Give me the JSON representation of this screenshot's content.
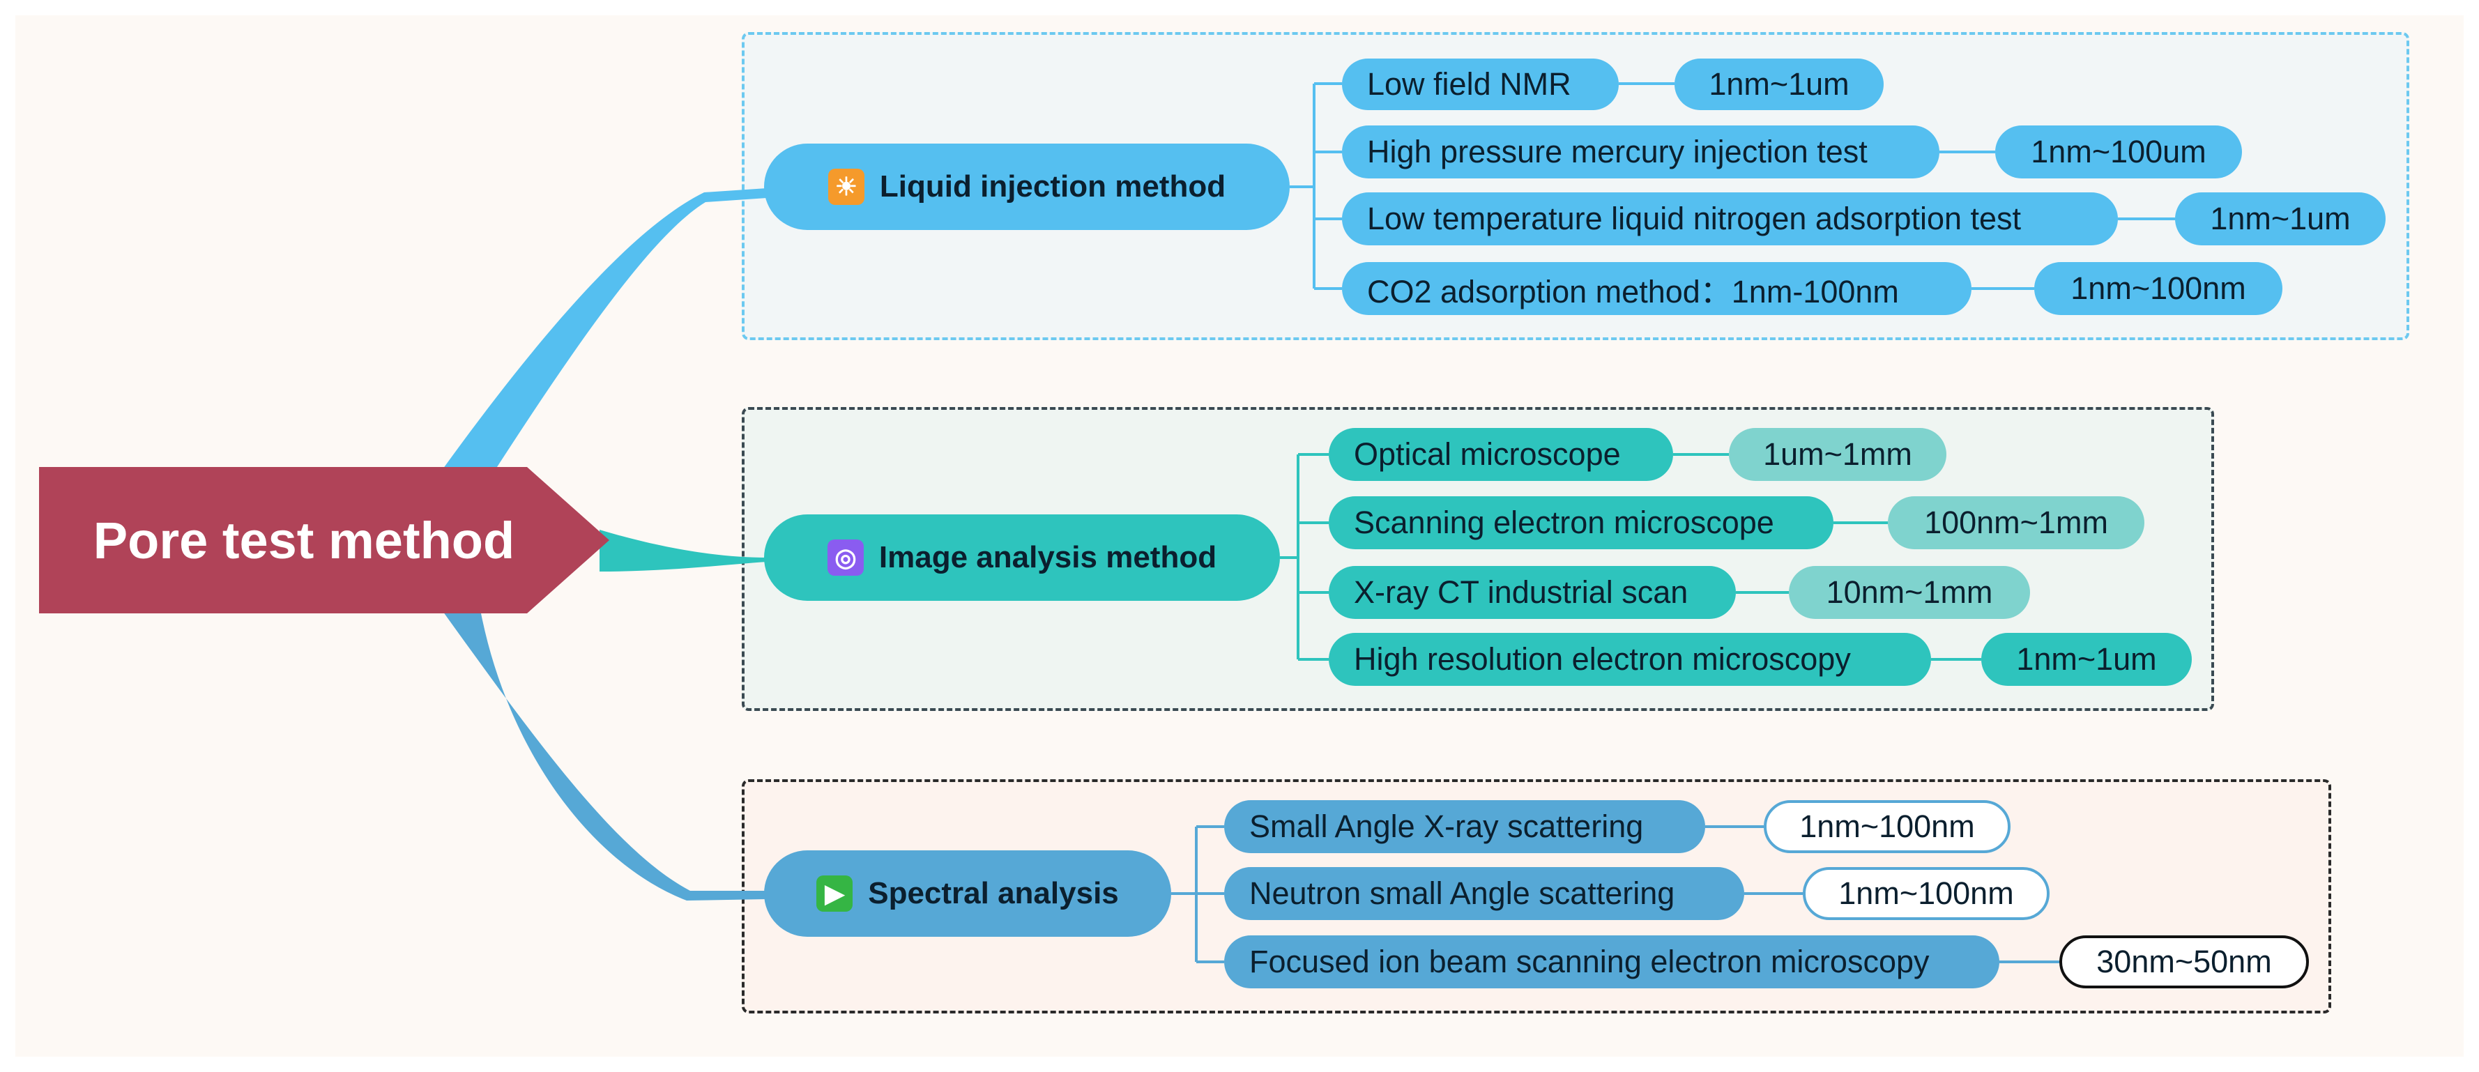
{
  "colors": {
    "root": "#b04358",
    "liquid": "#55bff0",
    "image": "#2ec4bd",
    "image_value": "#7fd3ce",
    "spectral": "#56a8d6",
    "spectral_value_border": "#56a8d6"
  },
  "root": {
    "label": "Pore test method"
  },
  "branches": [
    {
      "label": "Liquid injection method",
      "icon": "sun-icon",
      "items": [
        {
          "label": "Low field NMR",
          "value": "1nm~1um"
        },
        {
          "label": "High pressure mercury injection test",
          "value": "1nm~100um"
        },
        {
          "label": "Low temperature liquid nitrogen adsorption test",
          "value": "1nm~1um"
        },
        {
          "label": "CO2 adsorption method：1nm-100nm",
          "value": "1nm~100nm"
        }
      ]
    },
    {
      "label": "Image analysis method",
      "icon": "target-icon",
      "items": [
        {
          "label": "Optical microscope",
          "value": "1um~1mm"
        },
        {
          "label": "Scanning electron microscope",
          "value": "100nm~1mm"
        },
        {
          "label": "X-ray CT industrial scan",
          "value": "10nm~1mm"
        },
        {
          "label": "High resolution electron microscopy",
          "value": "1nm~1um"
        }
      ]
    },
    {
      "label": "Spectral analysis",
      "icon": "play-icon",
      "items": [
        {
          "label": "Small Angle X-ray scattering",
          "value": "1nm~100nm"
        },
        {
          "label": "Neutron small Angle scattering",
          "value": "1nm~100nm"
        },
        {
          "label": "Focused ion beam scanning electron microscopy",
          "value": "30nm~50nm"
        }
      ]
    }
  ]
}
